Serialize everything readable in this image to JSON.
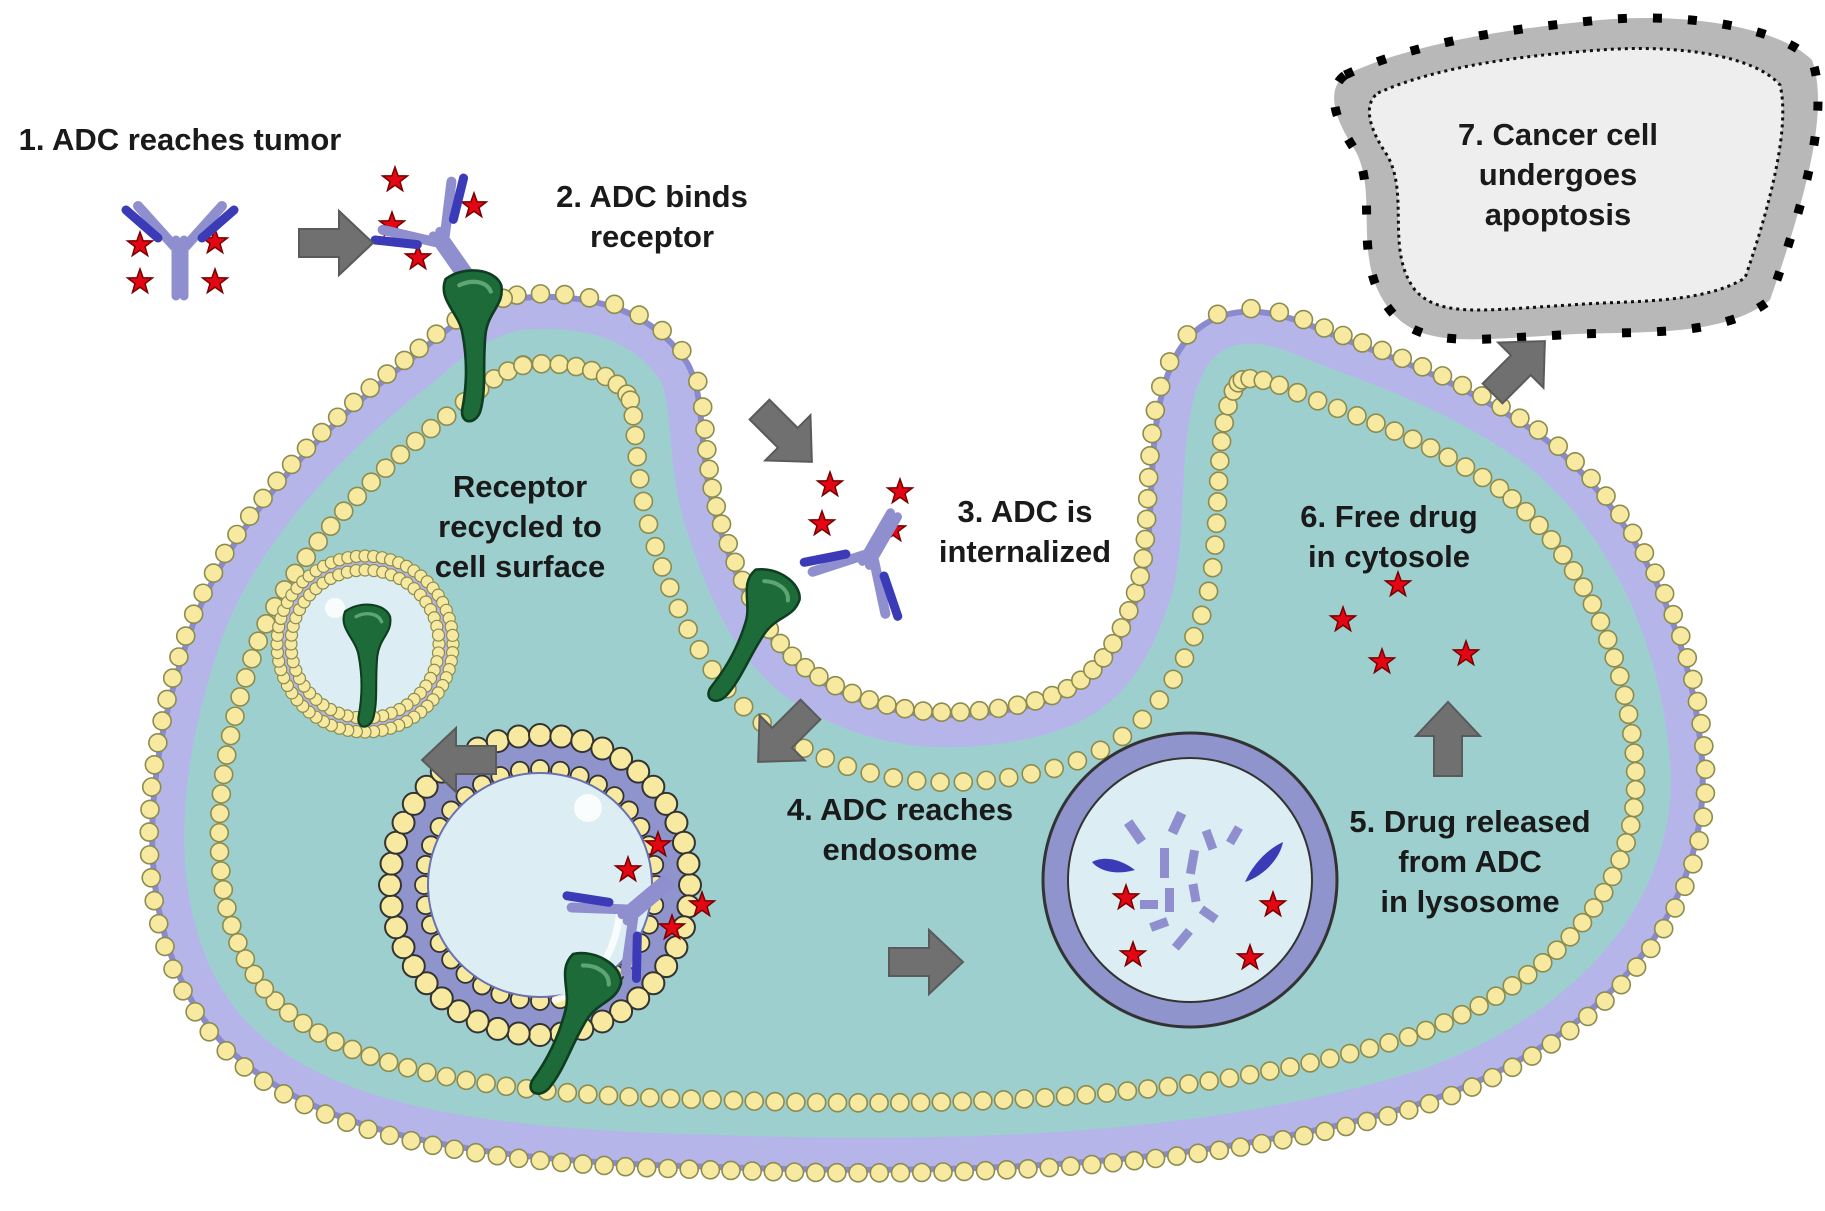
{
  "steps": {
    "s1": {
      "lines": [
        "1. ADC reaches tumor"
      ]
    },
    "s2": {
      "lines": [
        "2. ADC binds",
        "receptor"
      ]
    },
    "s3": {
      "lines": [
        "3. ADC is",
        "internalized"
      ]
    },
    "s4": {
      "lines": [
        "4. ADC reaches",
        "endosome"
      ]
    },
    "s5": {
      "lines": [
        "5. Drug released",
        "from ADC",
        "in lysosome"
      ]
    },
    "s6": {
      "lines": [
        "6. Free drug",
        "in cytosole"
      ]
    },
    "s7": {
      "lines": [
        "7. Cancer cell",
        "undergoes",
        "apoptosis"
      ]
    },
    "recycle": {
      "lines": [
        "Receptor",
        "recycled to",
        "cell surface"
      ]
    }
  },
  "colors": {
    "cytoplasm": "#9dcfcf",
    "membrane_tail": "#b5b5ea",
    "phospholipid_head": "#f7eaa0",
    "receptor": "#1e6b3a",
    "antibody": "#8f8fcf",
    "antibody_tip": "#3b3bb8",
    "drug_star": "#e30613",
    "arrow": "#707070",
    "apoptotic_cell": "#b8b8b8",
    "lysosome_wall": "#8f95cc"
  },
  "icons": [
    "antibody-drug-conjugate-icon",
    "drug-star-icon",
    "receptor-icon",
    "process-arrow-icon",
    "phospholipid-membrane-icon",
    "endosome-icon",
    "lysosome-icon",
    "apoptotic-cell-icon"
  ]
}
